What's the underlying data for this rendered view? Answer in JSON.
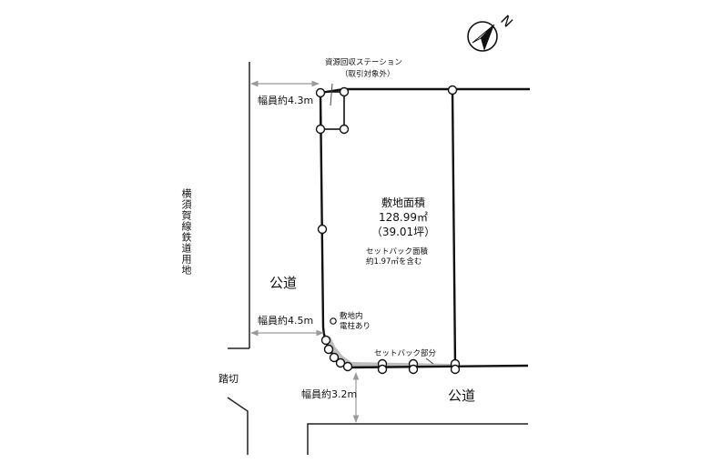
{
  "compass": {
    "label": "N",
    "icon": "north-arrow-icon"
  },
  "labels": {
    "resource_station": "資源回収ステーション",
    "resource_station_note": "（取引対象外）",
    "width_top": "幅員約4.3m",
    "rail_land": "横須賀線鉄道用地",
    "site_area_title": "敷地面積",
    "site_area_sqm": "128.99㎡",
    "site_area_tsubo": "（39.01坪）",
    "setback_area_title": "セットバック面積",
    "setback_area_value": "約1.97㎡を含む",
    "public_road_west": "公道",
    "width_middle": "幅員約4.5m",
    "utility_pole_line1": "敷地内",
    "utility_pole_line2": "電柱あり",
    "setback_part": "セットバック部分",
    "crossing": "踏切",
    "width_bottom": "幅員約3.2m",
    "public_road_south": "公道"
  }
}
